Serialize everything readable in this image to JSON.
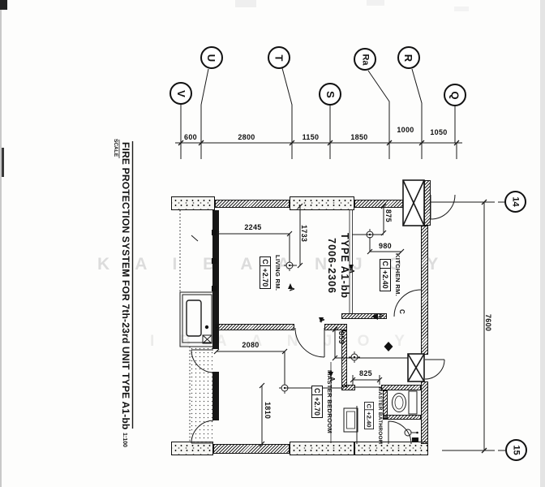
{
  "title_block": {
    "scale_label": "SCALE",
    "title": "FIRE PROTECTION SYSTEM FOR 7th-23rd UNIT TYPE A1-bb",
    "scale_value": "1:100"
  },
  "scan": {
    "watermark_row1": "K A I B A A N J O Y",
    "watermark_row2": "I B A A N J O Y"
  },
  "grid": {
    "top_bubbles": [
      {
        "label": "V"
      },
      {
        "label": "U"
      },
      {
        "label": "T"
      },
      {
        "label": "S"
      },
      {
        "label": "Ra"
      },
      {
        "label": "R"
      },
      {
        "label": "Q"
      }
    ],
    "top_dims": [
      {
        "value": "600"
      },
      {
        "value": "2800"
      },
      {
        "value": "1150"
      },
      {
        "value": "1850"
      },
      {
        "value": "1000"
      },
      {
        "value": "1050"
      }
    ],
    "right_bubbles": [
      {
        "label": "14"
      },
      {
        "label": "15"
      }
    ],
    "right_dim": "7600"
  },
  "plan": {
    "unit_type_line1": "TYPE A1-bb",
    "unit_type_line2": "7006-2306",
    "rooms": [
      {
        "name": "LIVING RM.",
        "tag": "C",
        "level": "+2.70"
      },
      {
        "name": "KITCHEN RM.",
        "tag": "C",
        "level": "+2.40"
      },
      {
        "name": "MASTER BEDROOM",
        "tag": "C",
        "level": "+2.70"
      },
      {
        "name": "MASTER BATHROOM",
        "tag": "C",
        "level": "+2.40"
      }
    ],
    "dims": {
      "living_width": "2245",
      "living_height": "1733",
      "kitchen_height": "875",
      "kitchen_width": "980",
      "hall_height": "859",
      "hall_width": "825",
      "bedroom_width": "2080",
      "bedroom_height": "1810"
    },
    "door_tag": "C",
    "section_mark": "A"
  }
}
